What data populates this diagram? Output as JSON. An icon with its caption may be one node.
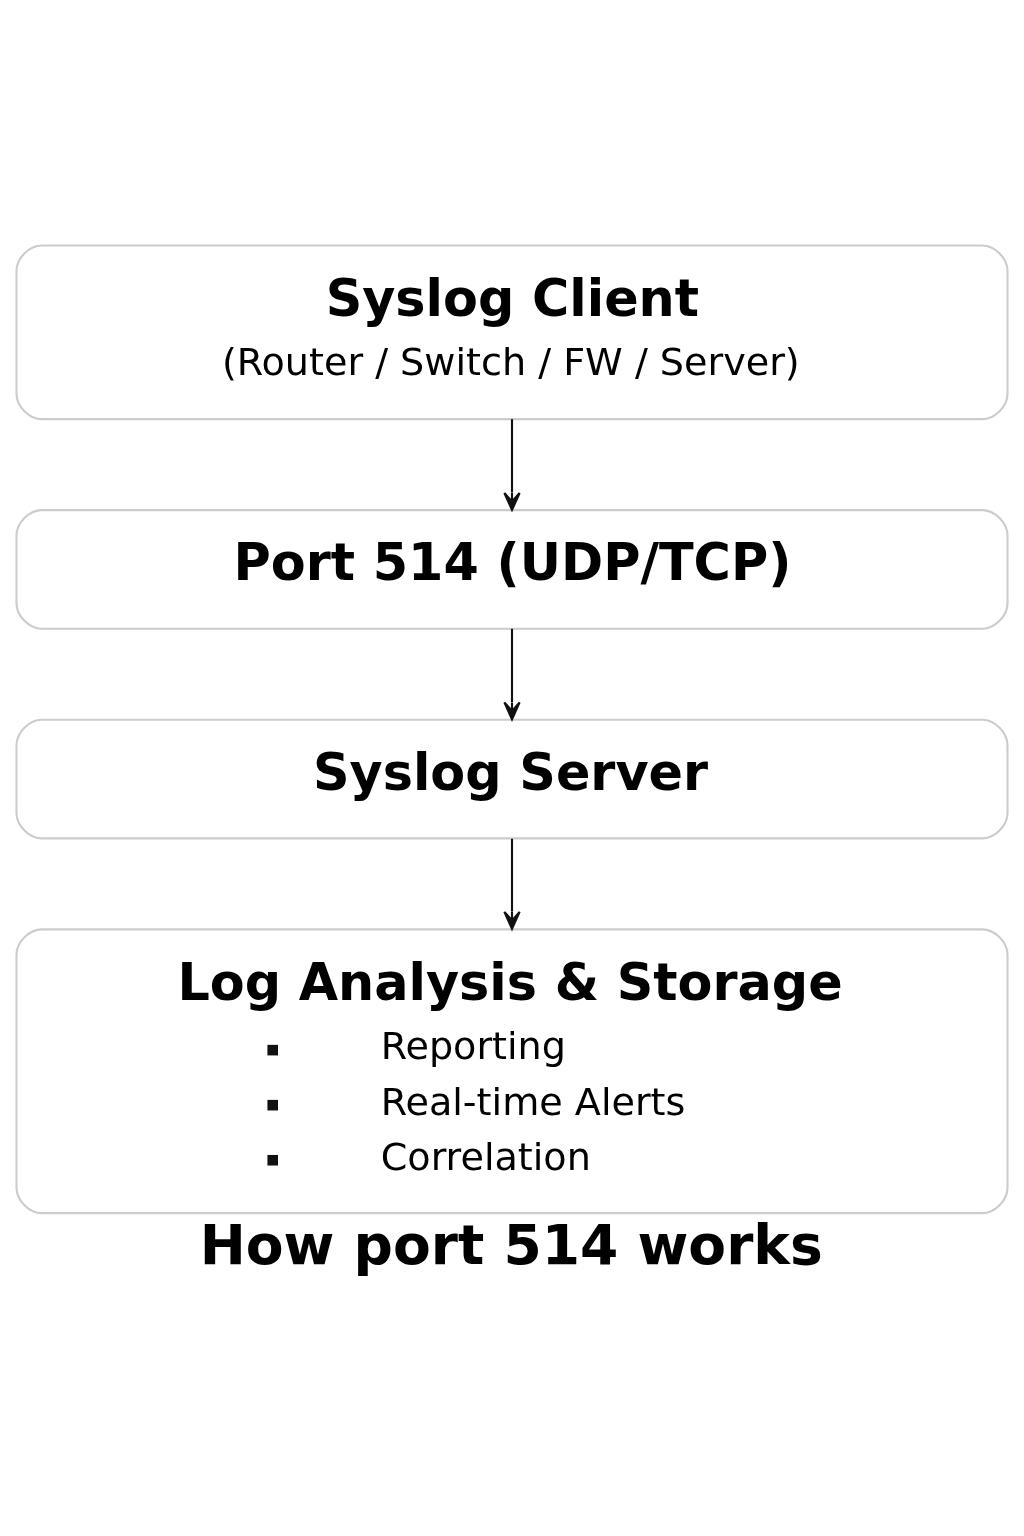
{
  "diagram": {
    "title": "How port 514 works",
    "nodes": [
      {
        "text": [
          "Syslog Client",
          "(Router / Switch / FW / Server)"
        ]
      },
      {
        "text": [
          "Port 514 (UDP/TCP)"
        ]
      },
      {
        "text": [
          "Syslog Server"
        ]
      },
      {
        "text": [
          "Log Analysis & Storage",
          "Reporting",
          "Real-time Alerts",
          "Correlation"
        ]
      }
    ],
    "edges": [
      {
        "from": 0,
        "to": 1,
        "arrow": "to"
      },
      {
        "from": 1,
        "to": 2,
        "arrow": "to"
      },
      {
        "from": 2,
        "to": 3,
        "arrow": "to"
      }
    ]
  }
}
